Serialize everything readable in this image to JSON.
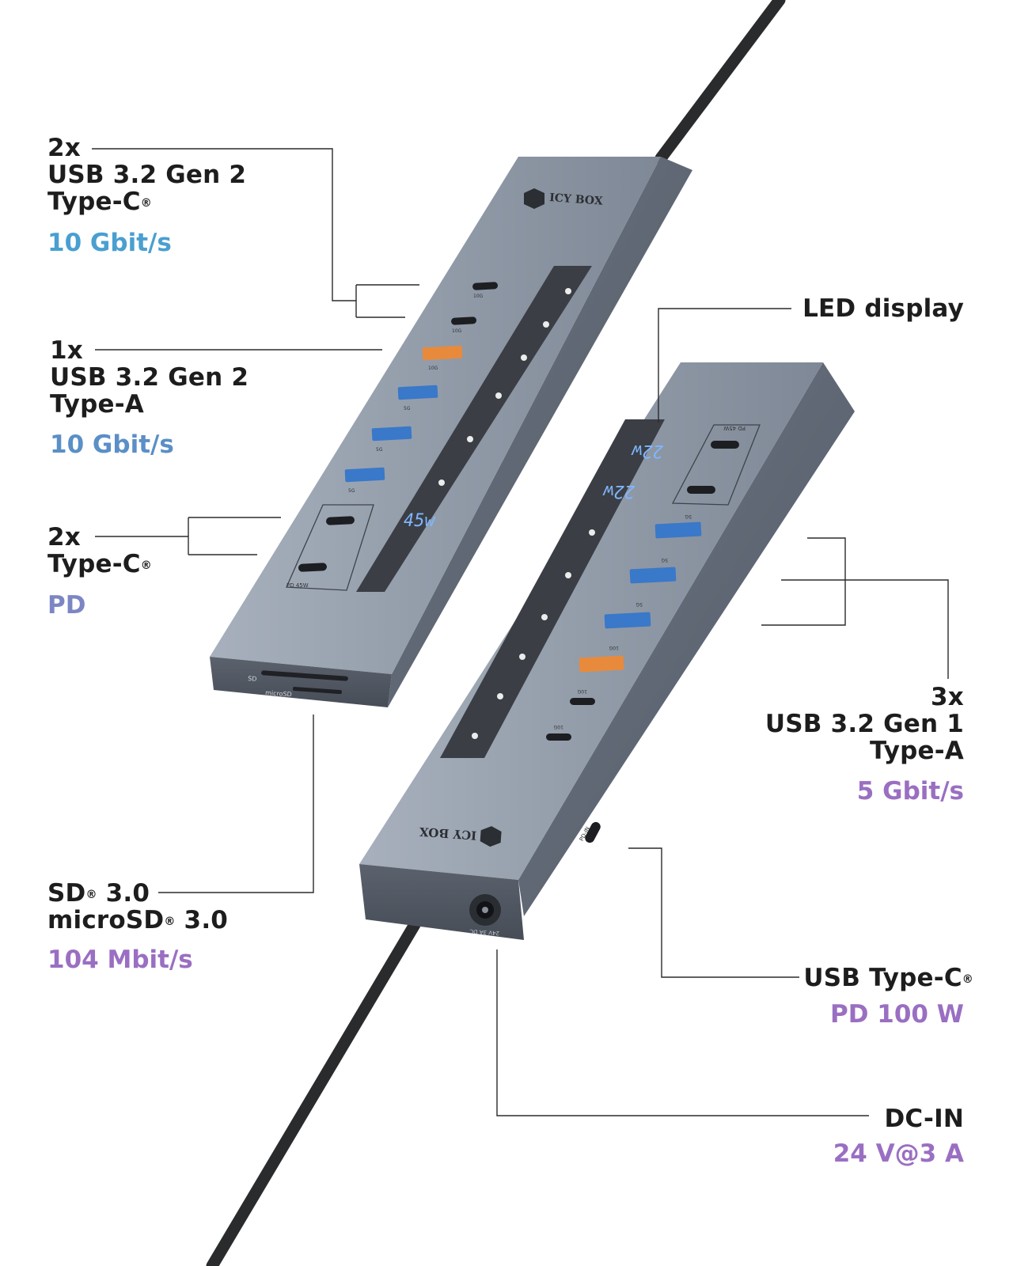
{
  "colors": {
    "blue": "#4a9fd0",
    "steel_blue": "#5b8fc6",
    "lavender": "#7d86c4",
    "purple": "#9a6fc2",
    "hub_body": "#8e98a6",
    "led": "#7fb6ff"
  },
  "brand": "ICY BOX",
  "callouts": {
    "usb_c_gen2": {
      "count": "2x",
      "line1": "USB 3.2 Gen 2",
      "line2": "Type-C",
      "speed": "10 Gbit/s"
    },
    "usb_a_gen2": {
      "count": "1x",
      "line1": "USB 3.2 Gen 2",
      "line2": "Type-A",
      "speed": "10 Gbit/s"
    },
    "usb_c_pd": {
      "count": "2x",
      "line1": "Type-C",
      "speed": "PD"
    },
    "card": {
      "line1": "SD",
      "line1b": " 3.0",
      "line2": "microSD",
      "line2b": " 3.0",
      "speed": "104 Mbit/s"
    },
    "led": {
      "title": "LED display"
    },
    "usb_a_gen1": {
      "count": "3x",
      "line1": "USB 3.2 Gen 1",
      "line2": "Type-A",
      "speed": "5 Gbit/s"
    },
    "pd_in": {
      "title": "USB Type-C",
      "spec": "PD 100 W"
    },
    "dc_in": {
      "title": "DC-IN",
      "spec": "24 V@3 A"
    }
  },
  "registered": "®",
  "port_labels": {
    "g10": "10G",
    "g5": "5G",
    "pd45": "PD 45W",
    "sd": "SD",
    "microsd": "microSD",
    "pdin": "PD-IN",
    "dc": "24V 3A DC"
  },
  "led_readouts": {
    "front": "45w",
    "back_top": "22w",
    "back_mid": "22w"
  }
}
